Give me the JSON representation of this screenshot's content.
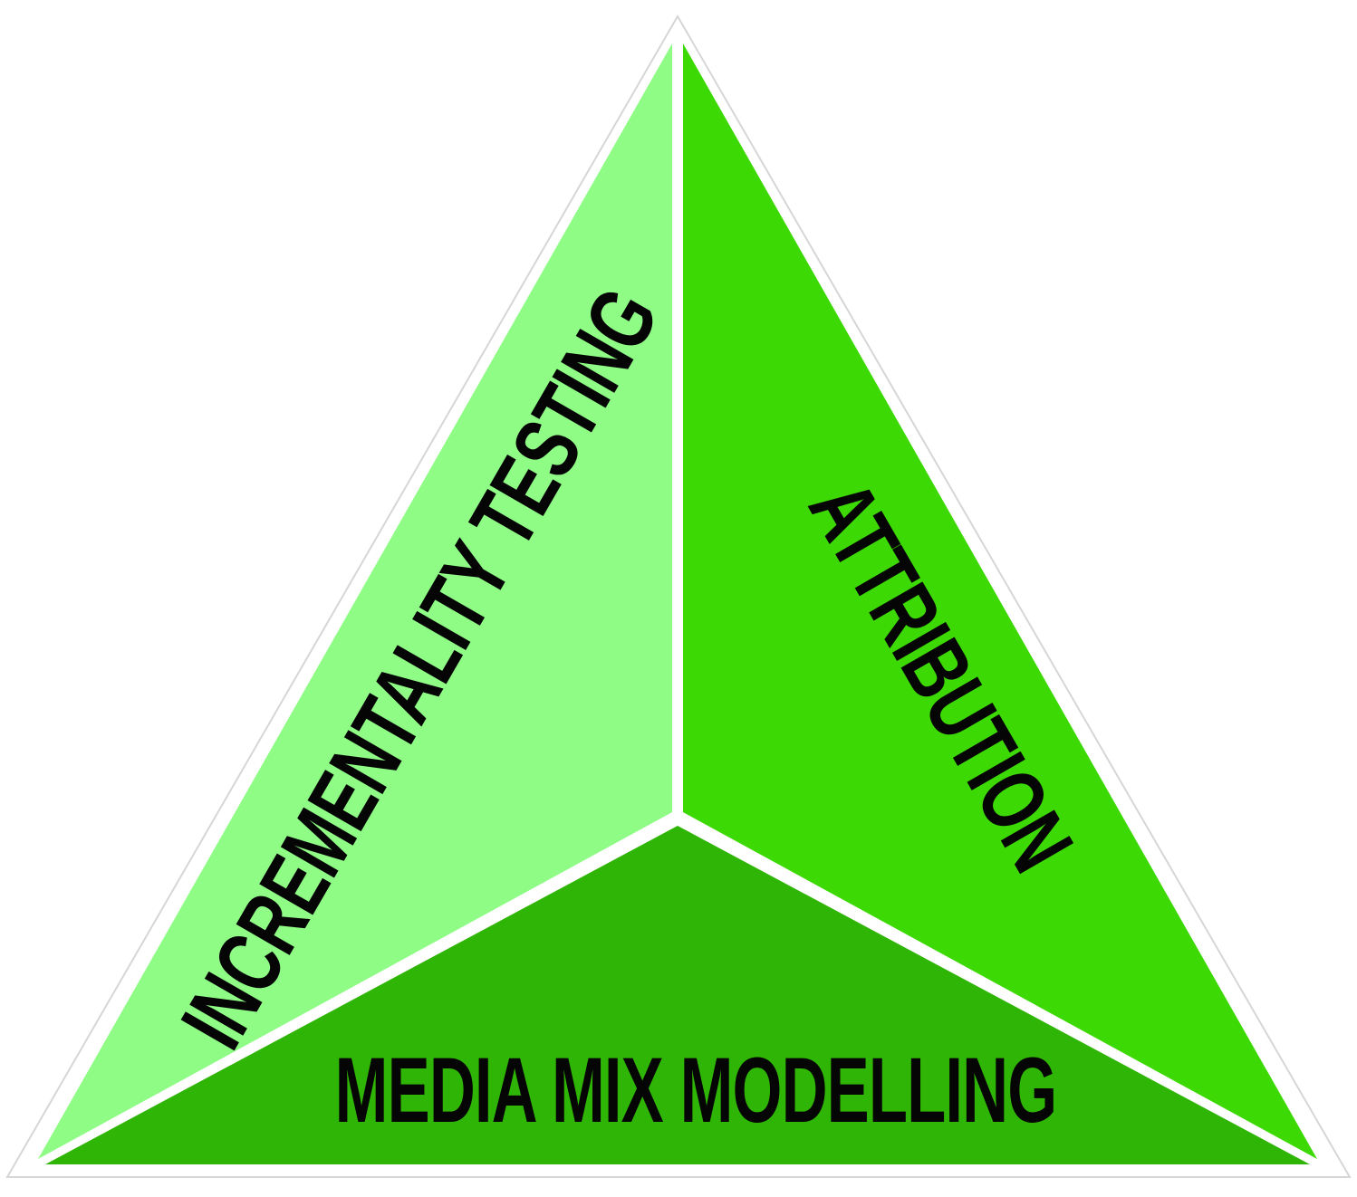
{
  "diagram": {
    "segments": [
      {
        "id": "incrementality",
        "label": "INCREMENTALITY TESTING",
        "color": "#8ffc86"
      },
      {
        "id": "attribution",
        "label": "ATTRIBUTION",
        "color": "#3dd904"
      },
      {
        "id": "media-mix",
        "label": "MEDIA MIX MODELLING",
        "color": "#2fb505"
      }
    ],
    "outline_color": "#ffffff",
    "text_color": "#050505"
  }
}
